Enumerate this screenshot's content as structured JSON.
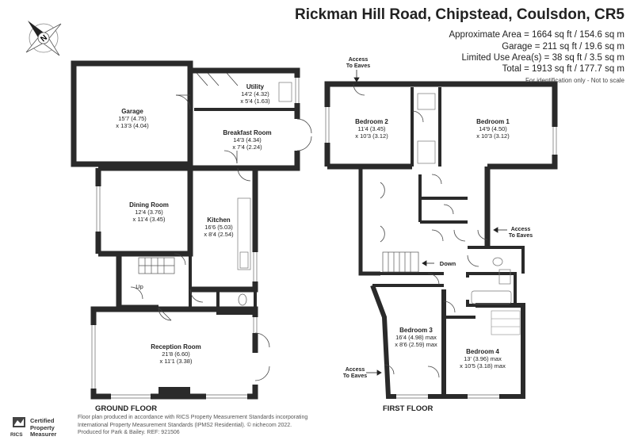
{
  "header": {
    "title": "Rickman Hill Road, Chipstead, Coulsdon, CR5",
    "approx_area": "Approximate Area = 1664 sq ft / 154.6 sq m",
    "garage": "Garage = 211 sq ft / 19.6 sq m",
    "limited_use": "Limited Use Area(s) = 38 sq ft / 3.5 sq m",
    "total": "Total = 1913 sq ft / 177.7 sq m",
    "note": "For identification only - Not to scale"
  },
  "compass": {
    "letter": "N"
  },
  "ground_floor": {
    "label": "GROUND FLOOR",
    "up_label": "Up",
    "rooms": {
      "garage": {
        "name": "Garage",
        "dim1": "15'7 (4.75)",
        "dim2": "x 13'3 (4.04)"
      },
      "utility": {
        "name": "Utility",
        "dim1": "14'2 (4.32)",
        "dim2": "x 5'4 (1.63)"
      },
      "breakfast": {
        "name": "Breakfast Room",
        "dim1": "14'3 (4.34)",
        "dim2": "x 7'4 (2.24)"
      },
      "dining": {
        "name": "Dining Room",
        "dim1": "12'4 (3.76)",
        "dim2": "x 11'4 (3.45)"
      },
      "kitchen": {
        "name": "Kitchen",
        "dim1": "16'6 (5.03)",
        "dim2": "x 8'4 (2.54)"
      },
      "reception": {
        "name": "Reception Room",
        "dim1": "21'8 (6.60)",
        "dim2": "x 11'1 (3.38)"
      }
    }
  },
  "first_floor": {
    "label": "FIRST FLOOR",
    "down_label": "Down",
    "eaves_top": [
      "Access",
      "To Eaves"
    ],
    "eaves_right": [
      "Access",
      "To Eaves"
    ],
    "eaves_left": [
      "Access",
      "To Eaves"
    ],
    "rooms": {
      "bedroom2": {
        "name": "Bedroom 2",
        "dim1": "11'4 (3.45)",
        "dim2": "x 10'3 (3.12)"
      },
      "bedroom1": {
        "name": "Bedroom 1",
        "dim1": "14'9 (4.50)",
        "dim2": "x 10'3 (3.12)"
      },
      "bedroom3": {
        "name": "Bedroom 3",
        "dim1": "16'4 (4.98) max",
        "dim2": "x 8'6 (2.59) max"
      },
      "bedroom4": {
        "name": "Bedroom 4",
        "dim1": "13' (3.96) max",
        "dim2": "x 10'5 (3.18) max"
      }
    }
  },
  "footer": {
    "certified": [
      "Certified",
      "Property",
      "Measurer"
    ],
    "rics": "RICS",
    "line1": "Floor plan produced in accordance with RICS Property Measurement Standards incorporating",
    "line2": "International Property Measurement Standards (IPMS2 Residential). © nichecom 2022.",
    "line3": "Produced for Park & Bailey.  REF: 921506"
  }
}
